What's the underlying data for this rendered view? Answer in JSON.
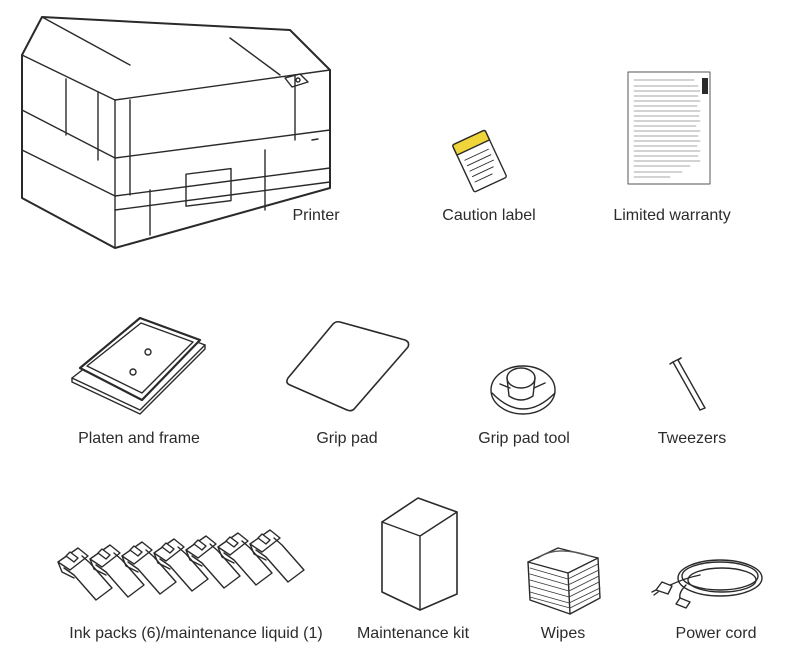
{
  "items": [
    {
      "label": "Printer",
      "icon": "printer-icon"
    },
    {
      "label": "Caution label",
      "icon": "caution-label-icon"
    },
    {
      "label": "Limited warranty",
      "icon": "warranty-document-icon"
    },
    {
      "label": "Platen and frame",
      "icon": "platen-frame-icon"
    },
    {
      "label": "Grip pad",
      "icon": "grip-pad-icon"
    },
    {
      "label": "Grip pad tool",
      "icon": "grip-pad-tool-icon"
    },
    {
      "label": "Tweezers",
      "icon": "tweezers-icon"
    },
    {
      "label": "Ink packs (6)/maintenance liquid (1)",
      "icon": "ink-packs-icon"
    },
    {
      "label": "Maintenance kit",
      "icon": "maintenance-kit-icon"
    },
    {
      "label": "Wipes",
      "icon": "wipes-icon"
    },
    {
      "label": "Power cord",
      "icon": "power-cord-icon"
    }
  ],
  "colors": {
    "line": "#2a2a2a",
    "caution_yellow": "#f0d53a",
    "wipes_dark": "#3a3a3a"
  }
}
